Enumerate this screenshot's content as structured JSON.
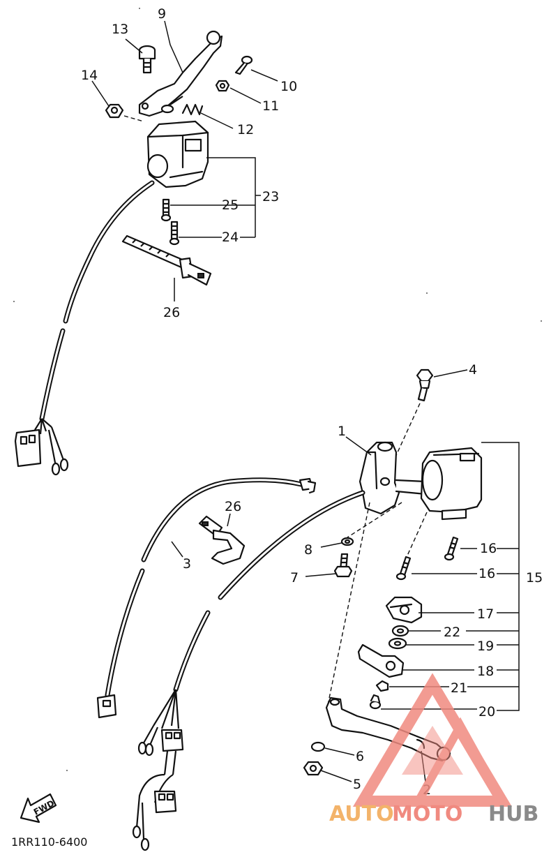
{
  "parts": [
    {
      "id": "p1",
      "label": "1"
    },
    {
      "id": "p2",
      "label": "2"
    },
    {
      "id": "p3",
      "label": "3"
    },
    {
      "id": "p4",
      "label": "4"
    },
    {
      "id": "p5",
      "label": "5"
    },
    {
      "id": "p6",
      "label": "6"
    },
    {
      "id": "p7",
      "label": "7"
    },
    {
      "id": "p8",
      "label": "8"
    },
    {
      "id": "p9",
      "label": "9"
    },
    {
      "id": "p10",
      "label": "10"
    },
    {
      "id": "p11",
      "label": "11"
    },
    {
      "id": "p12",
      "label": "12"
    },
    {
      "id": "p13",
      "label": "13"
    },
    {
      "id": "p14",
      "label": "14"
    },
    {
      "id": "p15",
      "label": "15"
    },
    {
      "id": "p16a",
      "label": "16"
    },
    {
      "id": "p16b",
      "label": "16"
    },
    {
      "id": "p17",
      "label": "17"
    },
    {
      "id": "p18",
      "label": "18"
    },
    {
      "id": "p19",
      "label": "19"
    },
    {
      "id": "p20",
      "label": "20"
    },
    {
      "id": "p21",
      "label": "21"
    },
    {
      "id": "p22",
      "label": "22"
    },
    {
      "id": "p23",
      "label": "23"
    },
    {
      "id": "p24",
      "label": "24"
    },
    {
      "id": "p25",
      "label": "25"
    },
    {
      "id": "p26a",
      "label": "26"
    },
    {
      "id": "p26b",
      "label": "26"
    }
  ],
  "diagram_code": "1RR110-6400",
  "fwd_label": "FWD",
  "watermark": {
    "part1": "AUTO",
    "part2": "MOTO",
    "part3": "HUB",
    "color_primary": "#f08a80",
    "color_secondary": "#f3b36a",
    "color_tertiary": "#8a8a8a"
  }
}
